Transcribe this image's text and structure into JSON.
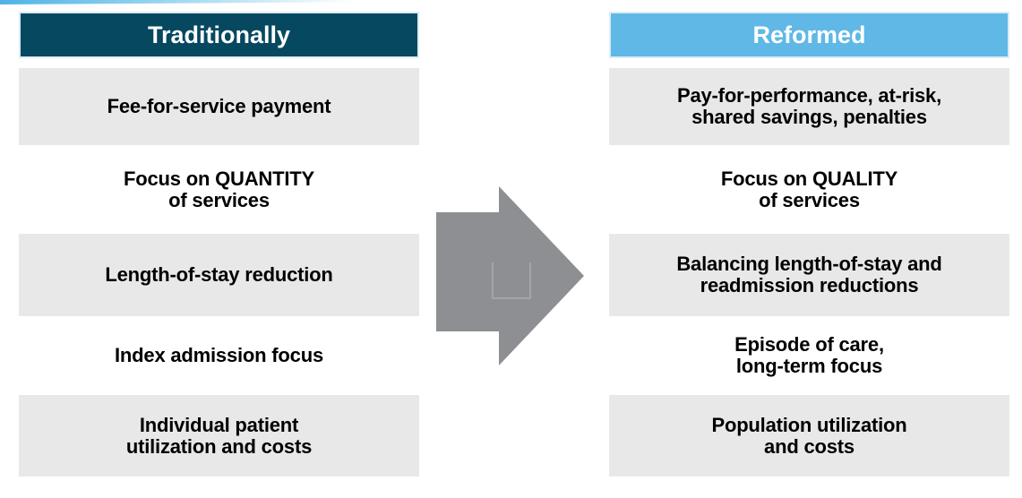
{
  "colors": {
    "traditional_header_bg": "#064860",
    "reformed_header_bg": "#5fb8e6",
    "row_shaded_bg": "#e8e8e8",
    "arrow_fill": "#8d8f92",
    "arrow_inner_square_stroke": "#b7b9bc",
    "header_text": "#ffffff",
    "body_text": "#000000",
    "top_bar_gradient_start": "#4fb3e6"
  },
  "traditional": {
    "header": "Traditionally",
    "rows": [
      {
        "lines": [
          "Fee-for-service payment"
        ]
      },
      {
        "lines": [
          "Focus on QUANTITY",
          "of services"
        ]
      },
      {
        "lines": [
          "Length-of-stay reduction"
        ]
      },
      {
        "lines": [
          "Index admission focus"
        ]
      },
      {
        "lines": [
          "Individual patient",
          "utilization and costs"
        ]
      }
    ]
  },
  "reformed": {
    "header": "Reformed",
    "rows": [
      {
        "lines": [
          "Pay-for-performance, at-risk,",
          "shared savings, penalties"
        ]
      },
      {
        "lines": [
          "Focus on QUALITY",
          "of services"
        ]
      },
      {
        "lines": [
          "Balancing length-of-stay and",
          "readmission reductions"
        ]
      },
      {
        "lines": [
          "Episode of care,",
          "long-term focus"
        ]
      },
      {
        "lines": [
          "Population utilization",
          "and costs"
        ]
      }
    ]
  },
  "arrow": {
    "direction": "right"
  }
}
